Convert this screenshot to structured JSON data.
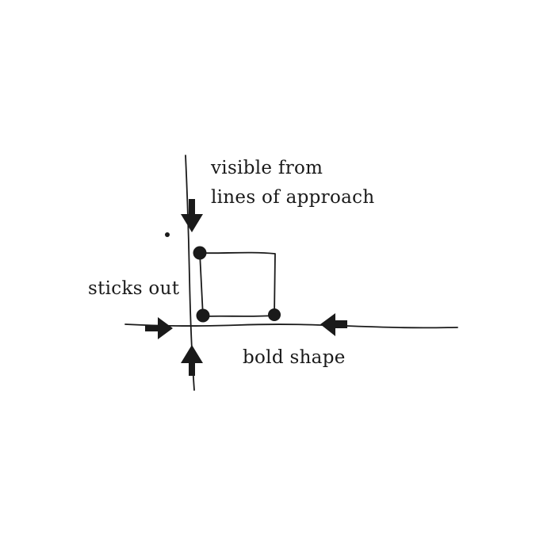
{
  "labels": {
    "visible_line1": "visible from",
    "visible_line2": "lines of approach",
    "sticks_out": "sticks out",
    "bold_shape": "bold shape"
  },
  "colors": {
    "ink": "#1a1a1a",
    "background": "#ffffff"
  }
}
